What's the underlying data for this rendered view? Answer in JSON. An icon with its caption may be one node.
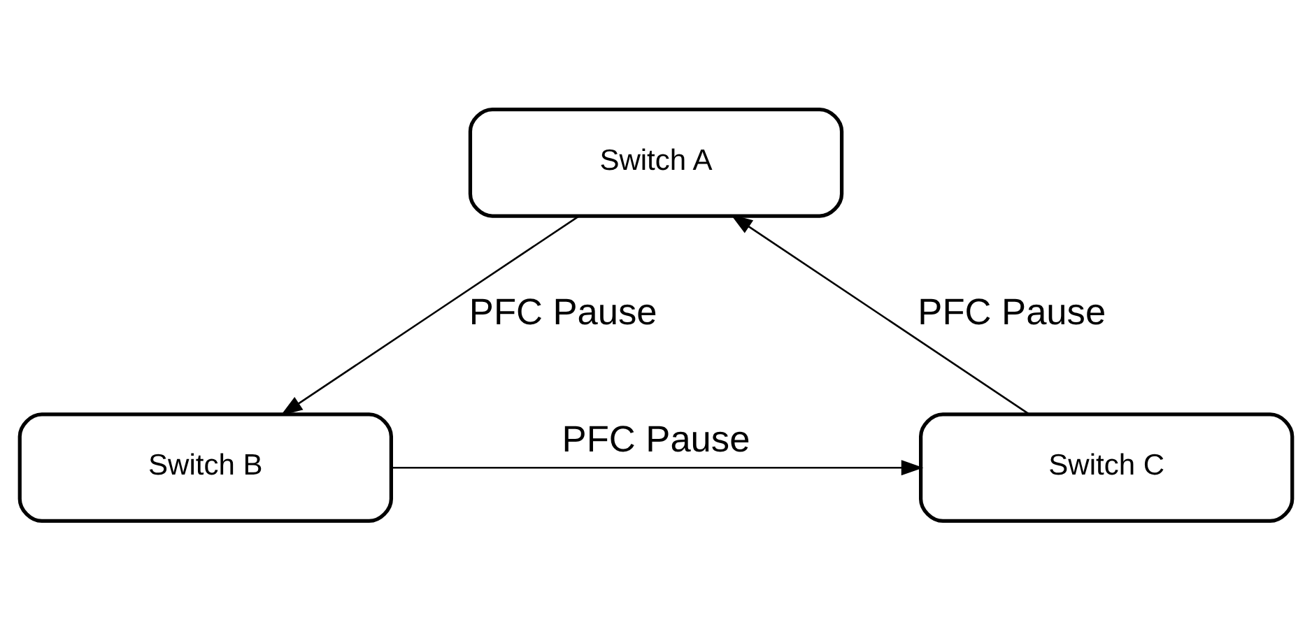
{
  "diagram": {
    "nodes": [
      {
        "text": [
          "Switch A"
        ]
      },
      {
        "text": [
          "Switch C"
        ]
      },
      {
        "text": [
          "Switch B"
        ]
      }
    ],
    "edges": [
      {
        "from": 1,
        "to": 0,
        "arrow": "to",
        "label": "PFC Pause"
      },
      {
        "from": 0,
        "to": 2,
        "arrow": "to",
        "label": "PFC Pause"
      },
      {
        "from": 2,
        "to": 1,
        "arrow": "to",
        "label": "PFC Pause"
      }
    ]
  }
}
